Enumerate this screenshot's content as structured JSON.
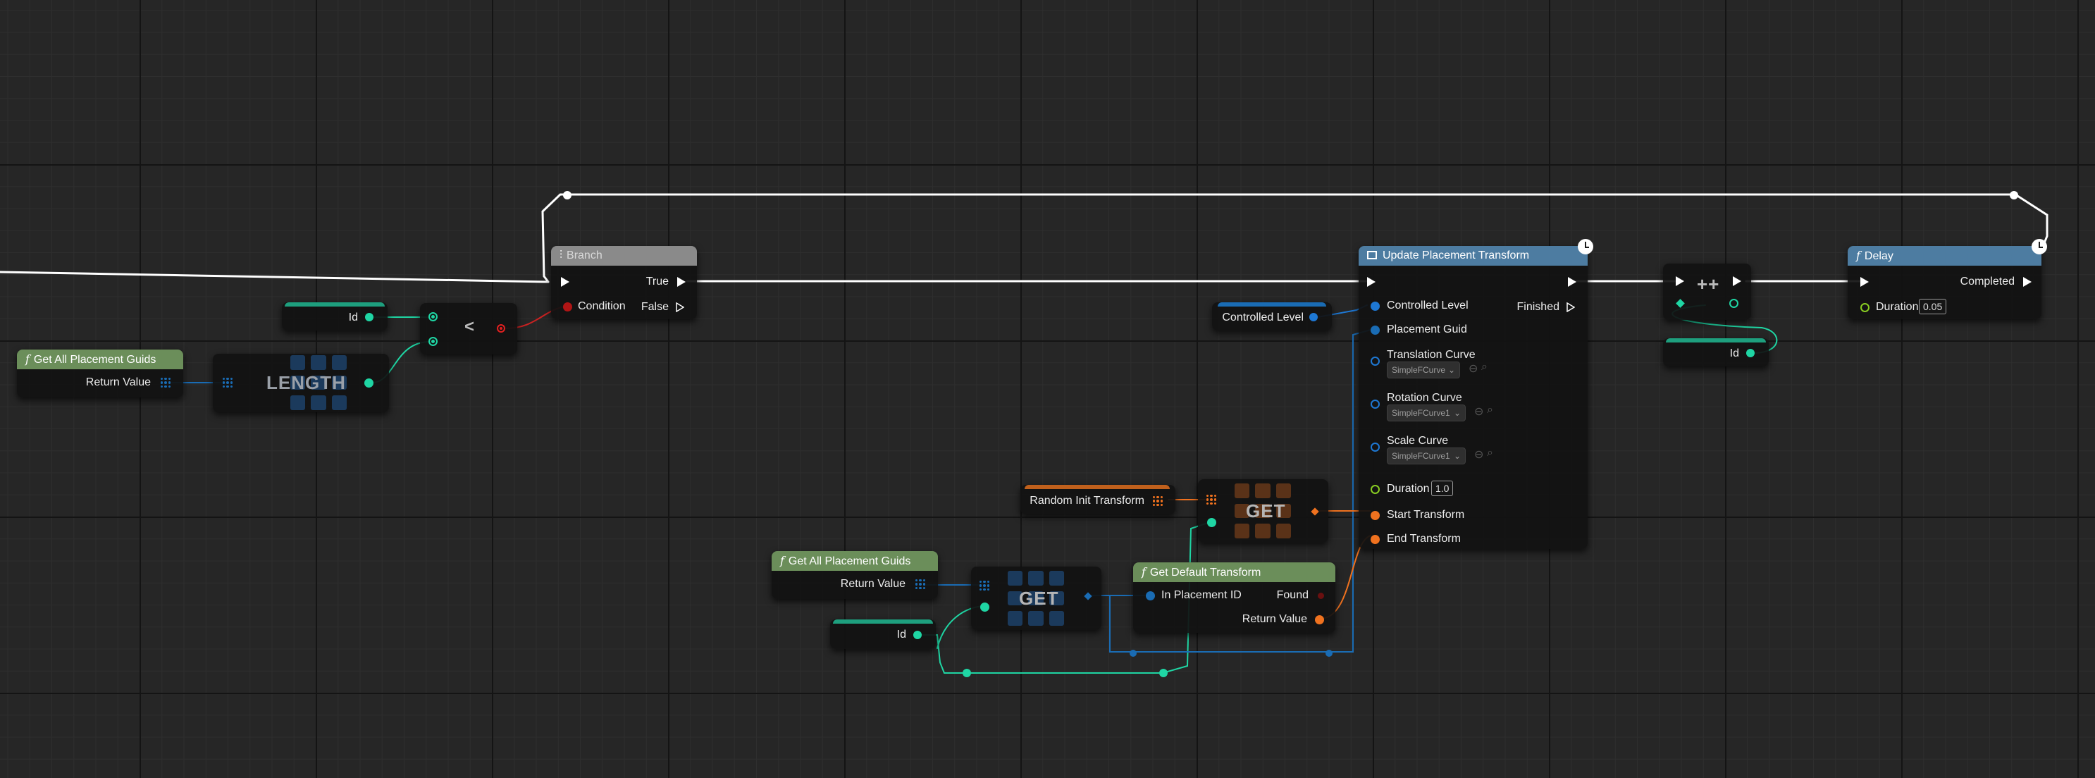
{
  "nodes": {
    "get_all_1": {
      "title": "Get All Placement Guids",
      "return_label": "Return Value"
    },
    "length": {
      "label": "LENGTH"
    },
    "id_var_1": {
      "label": "Id"
    },
    "less": {
      "label": "<"
    },
    "branch": {
      "title": "Branch",
      "condition_label": "Condition",
      "true_label": "True",
      "false_label": "False"
    },
    "update": {
      "title": "Update Placement Transform",
      "finished_label": "Finished",
      "pins": {
        "controlled_level": "Controlled Level",
        "placement_guid": "Placement Guid",
        "translation_curve": "Translation Curve",
        "translation_value": "SimpleFCurve",
        "rotation_curve": "Rotation Curve",
        "rotation_value": "SimpleFCurve1",
        "scale_curve": "Scale Curve",
        "scale_value": "SimpleFCurve1",
        "duration": "Duration",
        "duration_value": "1.0",
        "start_transform": "Start Transform",
        "end_transform": "End Transform"
      }
    },
    "controlled_level_var": {
      "label": "Controlled Level"
    },
    "increment": {
      "label": "++"
    },
    "id_var_2": {
      "label": "Id"
    },
    "delay": {
      "title": "Delay",
      "completed_label": "Completed",
      "duration_label": "Duration",
      "duration_value": "0.05"
    },
    "random_init_var": {
      "label": "Random Init Transform"
    },
    "get_1": {
      "label": "GET"
    },
    "get_all_2": {
      "title": "Get All Placement Guids",
      "return_label": "Return Value"
    },
    "get_2": {
      "label": "GET"
    },
    "id_var_3": {
      "label": "Id"
    },
    "get_default": {
      "title": "Get Default Transform",
      "in_placement_label": "In Placement ID",
      "found_label": "Found",
      "return_label": "Return Value"
    }
  },
  "colors": {
    "exec": "#ffffff",
    "integer": "#1fd6a4",
    "struct_guid": "#1a6cb4",
    "object": "#1e78d4",
    "transform": "#f0721f",
    "float": "#88cc22",
    "bool": "#e02020"
  },
  "icons": [
    "function-icon",
    "branch-icon",
    "latent-clock-icon",
    "array-grid-icon",
    "exec-arrow-icon"
  ]
}
